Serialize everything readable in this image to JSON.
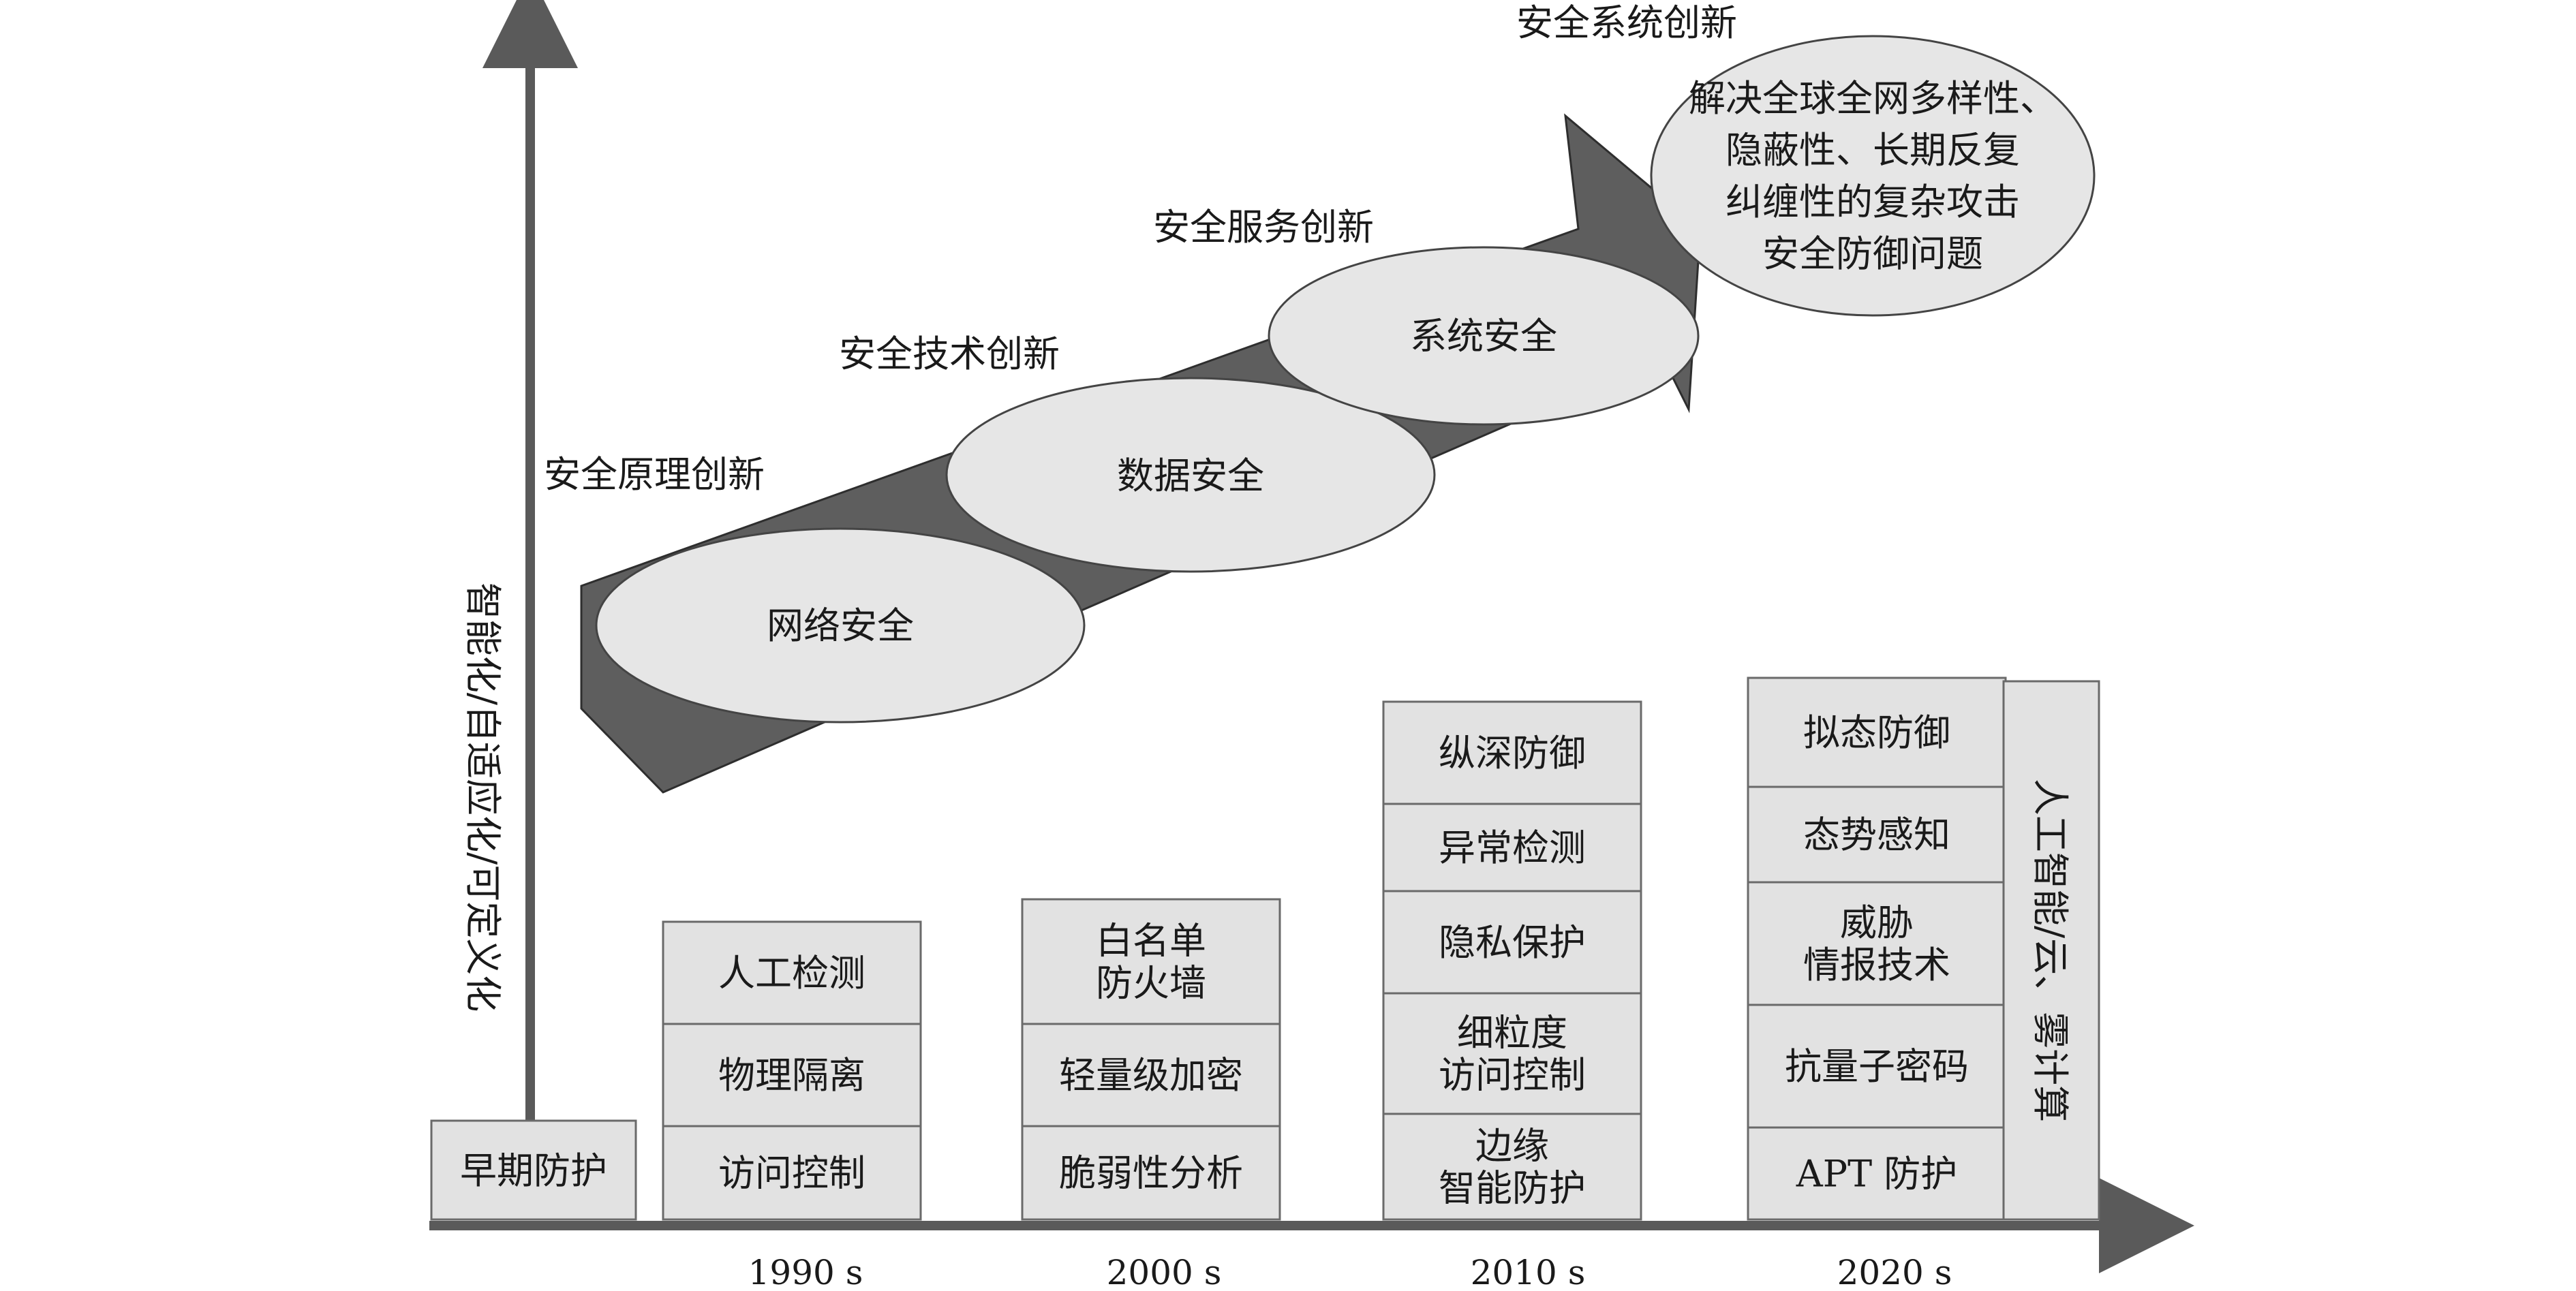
{
  "y_axis_label": "智能化/自适应化/可定义化",
  "early_box": "早期防护",
  "eras": [
    {
      "label": "1990 s",
      "boxes": [
        [
          "人工检测"
        ],
        [
          "物理隔离"
        ],
        [
          "访问控制"
        ]
      ]
    },
    {
      "label": "2000 s",
      "boxes": [
        [
          "白名单",
          "防火墙"
        ],
        [
          "轻量级加密"
        ],
        [
          "脆弱性分析"
        ]
      ]
    },
    {
      "label": "2010 s",
      "boxes": [
        [
          "纵深防御"
        ],
        [
          "异常检测"
        ],
        [
          "隐私保护"
        ],
        [
          "细粒度",
          "访问控制"
        ],
        [
          "边缘",
          "智能防护"
        ]
      ]
    },
    {
      "label": "2020 s",
      "boxes": [
        [
          "拟态防御"
        ],
        [
          "态势感知"
        ],
        [
          "威胁",
          "情报技术"
        ],
        [
          "抗量子密码"
        ],
        [
          "APT 防护"
        ]
      ]
    }
  ],
  "side_box": "人工智能/云、雾计算",
  "arrow_stages": [
    {
      "innovation": "安全原理创新",
      "ellipse": "网络安全"
    },
    {
      "innovation": "安全技术创新",
      "ellipse": "数据安全"
    },
    {
      "innovation": "安全服务创新",
      "ellipse": "系统安全"
    }
  ],
  "final_innovation": "安全系统创新",
  "final_ellipse_lines": [
    "解决全球全网多样性、",
    "隐蔽性、长期反复",
    "纠缠性的复杂攻击",
    "安全防御问题"
  ],
  "colors": {
    "arrow": "#5e5e5e",
    "box": "#e2e2e2",
    "ellipse": "#e6e6e6",
    "axis": "#5a5a5a"
  }
}
